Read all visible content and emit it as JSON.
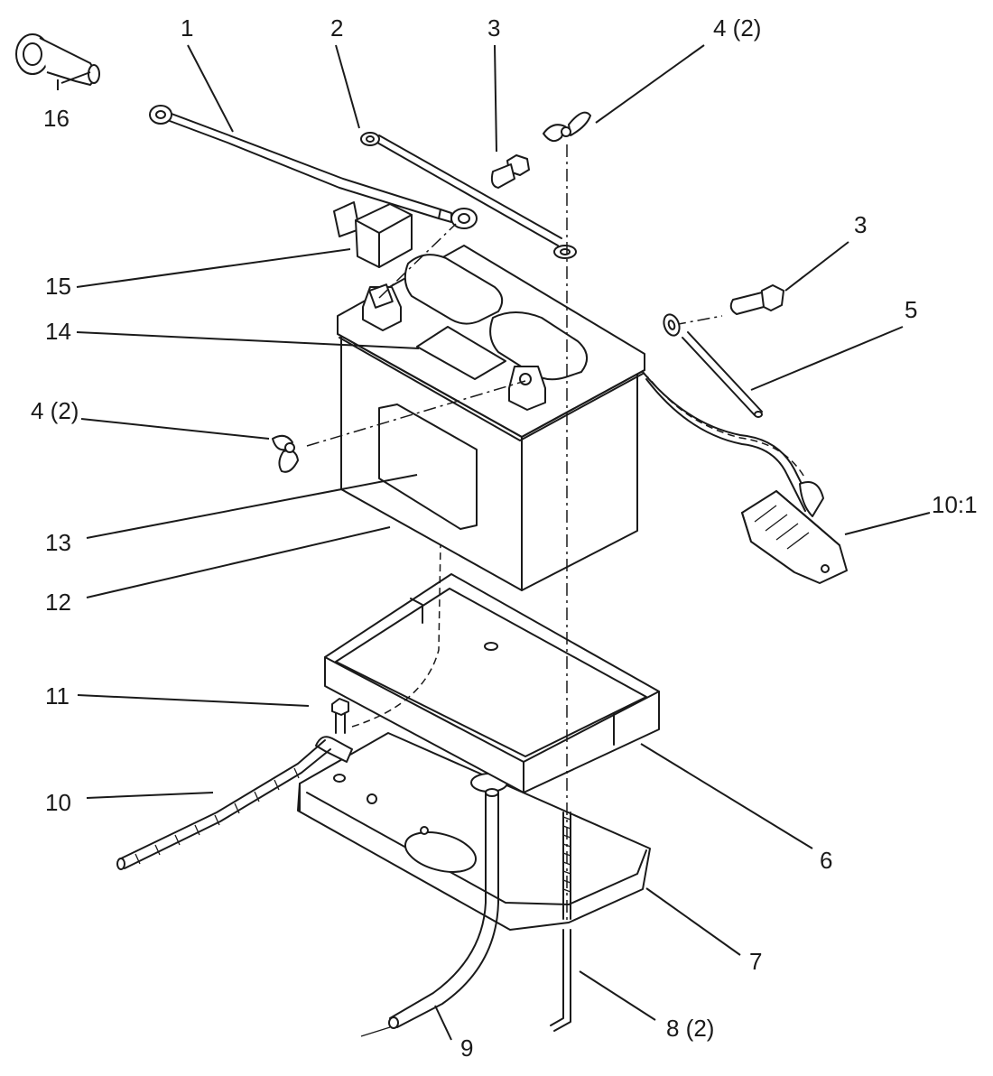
{
  "callouts": {
    "c1": "1",
    "c2": "2",
    "c3a": "3",
    "c3b": "3",
    "c4a": "4 (2)",
    "c4b": "4 (2)",
    "c5": "5",
    "c6": "6",
    "c7": "7",
    "c8": "8 (2)",
    "c9": "9",
    "c10": "10",
    "c10_1": "10:1",
    "c11": "11",
    "c12": "12",
    "c13": "13",
    "c14": "14",
    "c15": "15",
    "c16": "16"
  }
}
